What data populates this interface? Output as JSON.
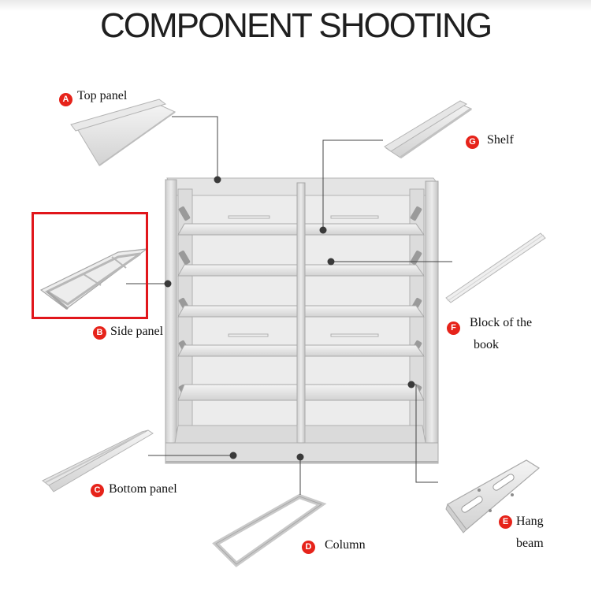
{
  "title": "COMPONENT SHOOTING",
  "colors": {
    "badge": "#e6231a",
    "highlight_border": "#e1161b",
    "metal": "#e3e3e3",
    "leader": "#444444"
  },
  "highlighted_component": "B",
  "components": [
    {
      "letter": "A",
      "label": "Top panel"
    },
    {
      "letter": "B",
      "label": "Side panel"
    },
    {
      "letter": "C",
      "label": "Bottom panel"
    },
    {
      "letter": "D",
      "label": "Column"
    },
    {
      "letter": "E",
      "label_line1": "Hang",
      "label_line2": "beam"
    },
    {
      "letter": "F",
      "label_line1": "Block of the",
      "label_line2": "book"
    },
    {
      "letter": "G",
      "label": "Shelf"
    }
  ]
}
